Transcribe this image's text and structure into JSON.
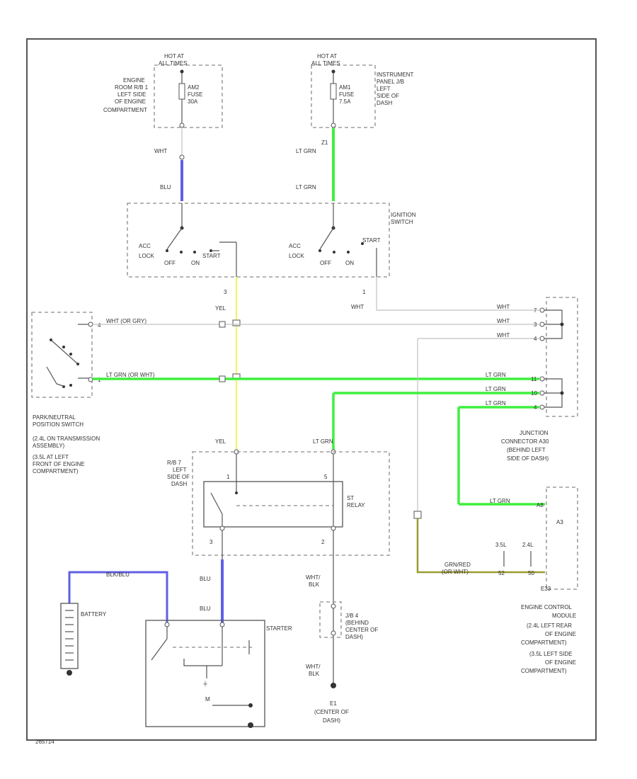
{
  "diagram": {
    "colors": {
      "green": "#3fef3f",
      "yellow": "#f4f46a",
      "blue": "#5f5fe6",
      "olive": "#9c9c32",
      "white_wire": "#c8c8c8",
      "ink": "#555555"
    },
    "labels": {
      "hot1": "HOT AT",
      "hot1b": "ALL TIMES",
      "hot1_loc1": "ENGINE",
      "hot1_loc2": "ROOM R/B 1",
      "hot1_loc3": "LEFT SIDE",
      "hot1_loc4": "OF ENGINE",
      "hot1_loc5": "COMPARTMENT",
      "fuse1a": "AM2",
      "fuse1b": "FUSE",
      "fuse1c": "30A",
      "hot2": "HOT AT",
      "hot2b": "ALL TIMES",
      "hot2_loc1": "INSTRUMENT",
      "hot2_loc2": "PANEL J/B",
      "hot2_loc3": "LEFT",
      "hot2_loc4": "SIDE OF",
      "hot2_loc5": "DASH",
      "fuse2a": "AM1",
      "fuse2b": "FUSE",
      "fuse2c": "7.5A",
      "w_wht": "WHT",
      "w_blu": "BLU",
      "w_ltgrn1": "LT GRN",
      "w_ltgrn2": "LT GRN",
      "pin_z1": "Z1",
      "ign1": "IGNITION",
      "ign2": "SWITCH",
      "acc1": "ACC",
      "lock1": "LOCK",
      "off1": "OFF",
      "on1": "ON",
      "start1": "START",
      "acc2": "ACC",
      "lock2": "LOCK",
      "off2": "OFF",
      "on2": "ON",
      "start2": "START",
      "pin_ign_left": "3",
      "pin_ign_right": "1",
      "w_yel_top": "YEL",
      "w_wht_top": "WHT",
      "pnp_wire1": "WHT (OR GRY)",
      "pnp_wire2": "LT GRN (OR WHT)",
      "pnp_pin1": "4",
      "pnp_pin2": "1",
      "pnp1": "PARK/NEUTRAL",
      "pnp2": "POSITION SWITCH",
      "pnp3": "(2.4L ON TRANSMISSION",
      "pnp4": "ASSEMBLY)",
      "pnp5": "(3.5L AT LEFT",
      "pnp6": "FRONT OF ENGINE",
      "pnp7": "COMPARTMENT)",
      "jw1": "WHT",
      "jw2": "WHT",
      "jw3": "WHT",
      "jg1": "LT GRN",
      "jg2": "LT GRN",
      "jg3": "LT GRN",
      "jp1": "7",
      "jp2": "3",
      "jp3": "4",
      "jp4": "11",
      "jp5": "10",
      "jp6": "4",
      "jc1": "JUNCTION",
      "jc2": "CONNECTOR A30",
      "jc3": "(BEHIND LEFT",
      "jc4": "SIDE OF DASH)",
      "w_yel_mid": "YEL",
      "w_ltgrn_mid": "LT GRN",
      "rb1": "R/B 7",
      "rb2": "LEFT",
      "rb3": "SIDE OF",
      "rb4": "DASH",
      "st1": "ST",
      "st2": "RELAY",
      "rp1": "3",
      "rp2": "2",
      "rp3": "1",
      "rp4": "5",
      "w_blu_low1": "BLU",
      "w_blu_low2": "BLU",
      "w_whtblk1a": "WHT/",
      "w_whtblk1b": "BLK",
      "jb1": "J/B 4",
      "jb2": "(BEHIND",
      "jb3": "CENTER OF",
      "jb4": "DASH)",
      "w_whtblk2a": "WHT/",
      "w_whtblk2b": "BLK",
      "ground1": "E1",
      "ground2": "(CENTER OF",
      "ground3": "DASH)",
      "bat_wire": "BLK/BLU",
      "battery": "BATTERY",
      "starter": "STARTER",
      "ecm_w": "LT GRN",
      "ecm_pin": "A8",
      "ecm_pin2": "A3",
      "ecm_gw1": "GRN/RED",
      "ecm_gw2": "(OR WHT)",
      "ecm_s1": "3.5L",
      "ecm_s2": "2.4L",
      "ecm_e1": "E33",
      "ecm_pa": "52",
      "ecm_pb": "50",
      "ecm1": "ENGINE CONTROL",
      "ecm2": "MODULE",
      "ecm3": "(2.4L LEFT REAR",
      "ecm4": "OF ENGINE",
      "ecm5": "COMPARTMENT)",
      "ecm6": "(3.5L LEFT SIDE",
      "ecm7": "OF ENGINE",
      "ecm8": "COMPARTMENT)",
      "fig_id": "265714"
    }
  }
}
